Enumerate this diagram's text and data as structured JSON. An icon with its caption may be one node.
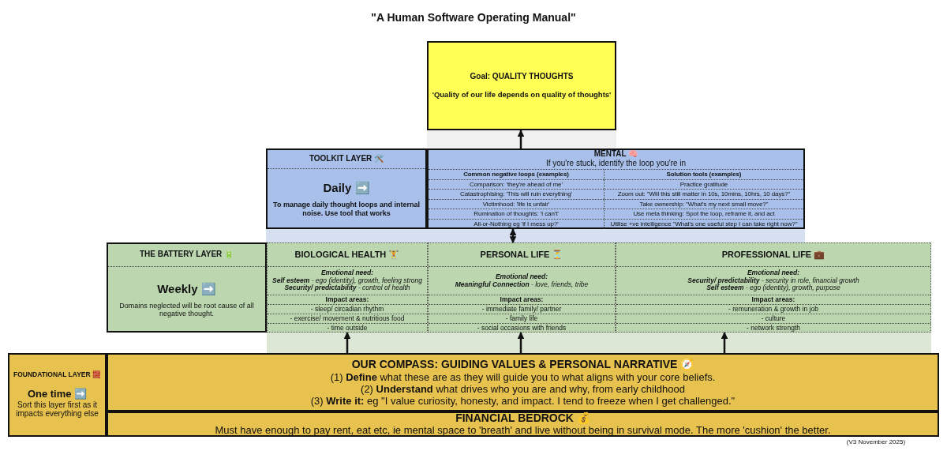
{
  "diagram": {
    "title": "\"A Human Software Operating Manual\"",
    "nodes": [
      {
        "text": [
          "Goal: QUALITY THOUGHTS",
          "'Quality of our life depends on quality of thoughts'"
        ]
      },
      {
        "text": [
          "TOOLKIT LAYER 🛠️",
          "Daily ➡️",
          "To manage daily thought loops and internal noise. Use tool that works"
        ]
      },
      {
        "text": [
          "MENTAL 🧠",
          "If you're stuck, identify the loop you're in"
        ]
      },
      {
        "text": [
          "THE BATTERY LAYER 🔋",
          "Weekly ➡️",
          "Domains neglected will be root cause of all negative thought."
        ]
      },
      {
        "text": [
          "BIOLOGICAL HEALTH 🏋️",
          "Emotional need:",
          "**Self esteem** - ego (identity), growth, feeling strong",
          "**Security/ predictability** - control of health",
          "Impact areas:",
          "- sleep/ circadian rhythm",
          "- exercise/ movement & nutritious food",
          "- time outside"
        ]
      },
      {
        "text": [
          "PERSONAL LIFE ⏳",
          "Emotional need:",
          "**Meaningful Connection** - love, friends, tribe",
          "Impact areas:",
          "- immediate family/ partner",
          "- family life",
          "- social occasions with friends"
        ]
      },
      {
        "text": [
          "PROFESSIONAL LIFE 💼",
          "Emotional need:",
          "**Security/ predictability** - security in role, financial growth",
          "**Self esteem** -  ego (identity), growth, purpose",
          "Impact areas:",
          "- remuneration & growth in job",
          "- culture",
          "- network strength"
        ]
      },
      {
        "text": [
          "FOUNDATIONAL LAYER 🧱",
          "One time ➡️",
          "Sort this layer first as it impacts everything else"
        ]
      },
      {
        "text": [
          "OUR COMPASS: GUIDING VALUES & PERSONAL NARRATIVE 🧭",
          "(1) **Define** what these are as they will guide you to what aligns with your core beliefs.",
          "(2) **Understand** what drives who you are and why, from early childhood",
          "(3) **Write it:** eg \"I value curiosity, honesty, and impact. I tend to freeze when I get challenged.\""
        ]
      },
      {
        "text": [
          "FINANCIAL BEDROCK 💰",
          "Must have enough to pay rent, eat etc, ie mental space to 'breath' and live without being in survival mode. The more 'cushion' the better."
        ]
      }
    ],
    "edges": [
      {
        "from": 2,
        "to": 0,
        "arrow": "to"
      },
      {
        "from": 5,
        "to": 2,
        "arrow": "both"
      },
      {
        "from": 8,
        "to": 4,
        "arrow": "to"
      },
      {
        "from": 8,
        "to": 5,
        "arrow": "to"
      },
      {
        "from": 8,
        "to": 6,
        "arrow": "to"
      }
    ],
    "labels": [
      "Common negative loops (examples)",
      "Solution tools (examples)",
      "Comparison: 'they're ahead of me'",
      "Practice gratitude",
      "Catastrophising: 'This will ruin everything'",
      "Zoom out: \"Will this still matter in 10s, 10mins, 10hrs, 10 days?\"",
      "Victimhood: 'life is unfair'",
      "Take ownership: \"What's my next small move?\"",
      "Rumination of thoughts: 'I can't'",
      "Use meta thinking: Spot the loop, reframe it, and act",
      "All-or-Nothing eg 'if I mess up?'",
      "Utilise +ve intelligence \"What's one useful step I can take right now?\"",
      "(V3 November 2025)"
    ]
  }
}
